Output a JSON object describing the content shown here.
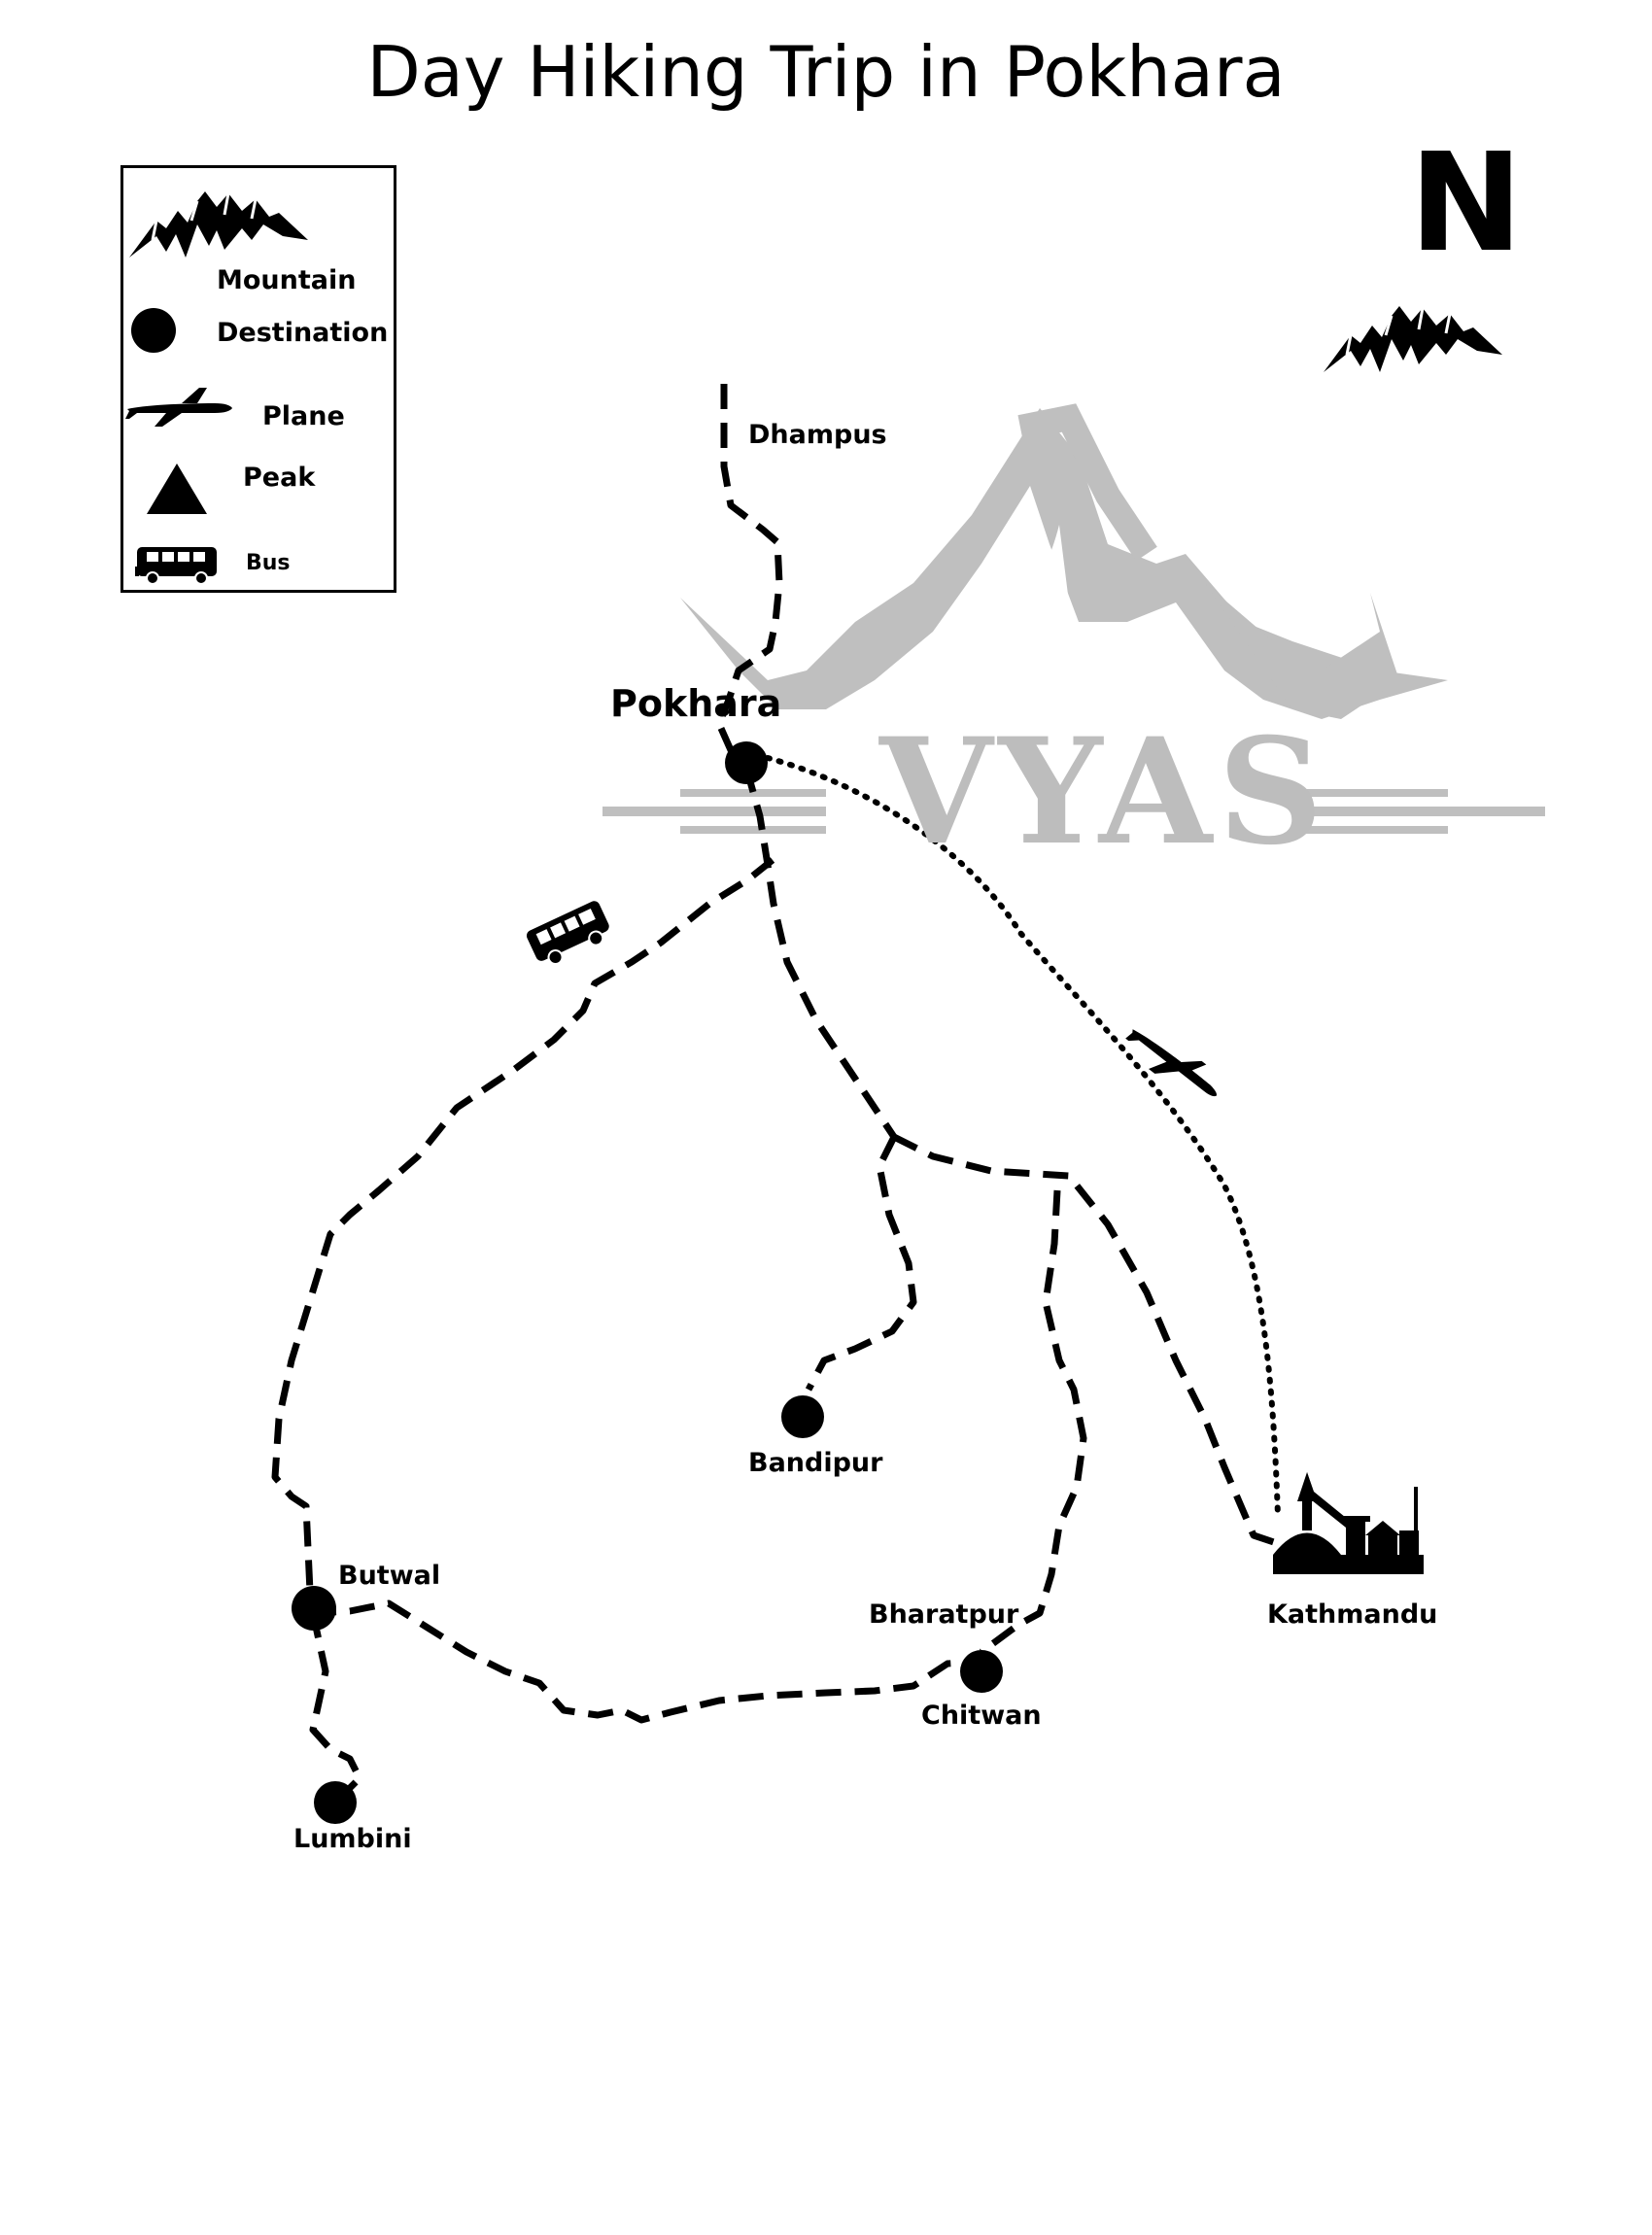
{
  "title": "Day Hiking Trip in Pokhara",
  "north": "N",
  "watermark": "VYAS",
  "legend": {
    "items": [
      {
        "icon": "mountain-icon",
        "label": "Mountain"
      },
      {
        "icon": "destination-dot-icon",
        "label": "Destination"
      },
      {
        "icon": "plane-icon",
        "label": "Plane"
      },
      {
        "icon": "peak-triangle-icon",
        "label": "Peak"
      },
      {
        "icon": "bus-icon",
        "label": "Bus"
      }
    ]
  },
  "places": {
    "dhampus": "Dhampus",
    "pokhara": "Pokhara",
    "bandipur": "Bandipur",
    "butwal": "Butwal",
    "lumbini": "Lumbini",
    "bharatpur": "Bharatpur",
    "chitwan": "Chitwan",
    "kathmandu": "Kathmandu"
  },
  "route_styles": {
    "road": "dashed",
    "flight": "dotted"
  },
  "colors": {
    "ink": "#000000",
    "watermark": "#bdbdbd"
  }
}
